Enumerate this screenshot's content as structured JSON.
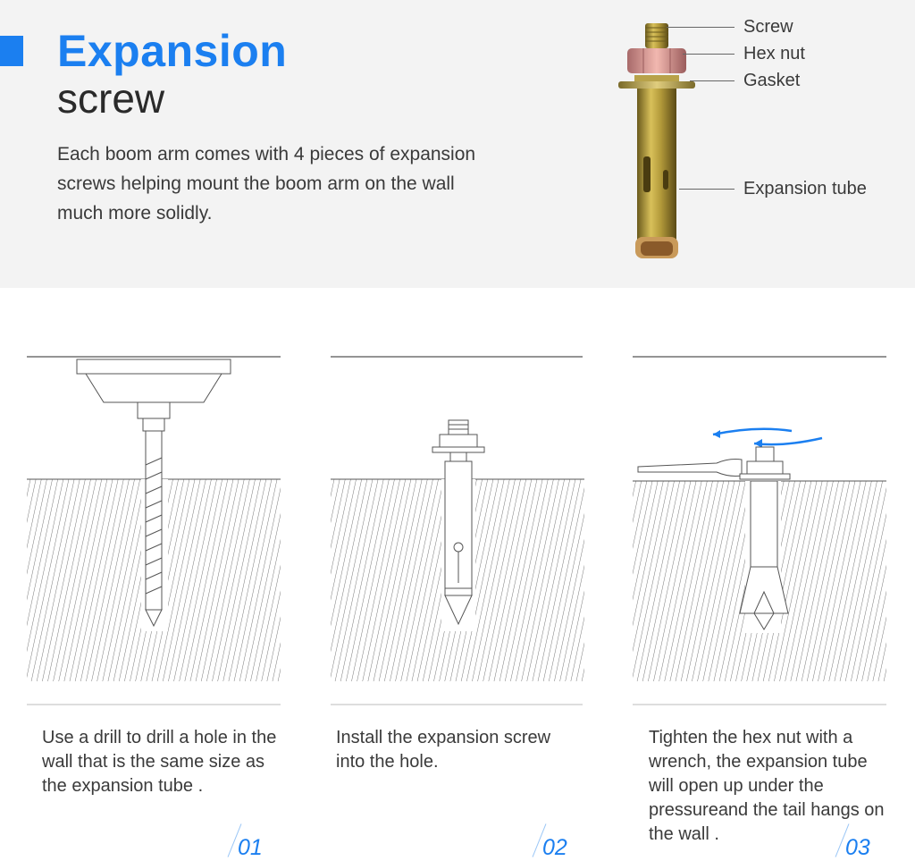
{
  "header": {
    "title": "Expansion",
    "subtitle": "screw",
    "description": "Each boom arm comes with 4 pieces of expansion screws helping mount the boom arm on the wall much more solidly.",
    "accent_color": "#1b7ff0"
  },
  "parts": {
    "screw": "Screw",
    "hex_nut": "Hex nut",
    "gasket": "Gasket",
    "expansion_tube": "Expansion tube"
  },
  "steps": [
    {
      "number": "01",
      "text": "Use a drill to drill a hole in the wall that is the same size as the expansion tube ."
    },
    {
      "number": "02",
      "text": "Install the expansion screw into the hole."
    },
    {
      "number": "03",
      "text": "Tighten the hex nut with a wrench, the expansion tube will open up under the pressureand the tail hangs on the wall ."
    }
  ]
}
